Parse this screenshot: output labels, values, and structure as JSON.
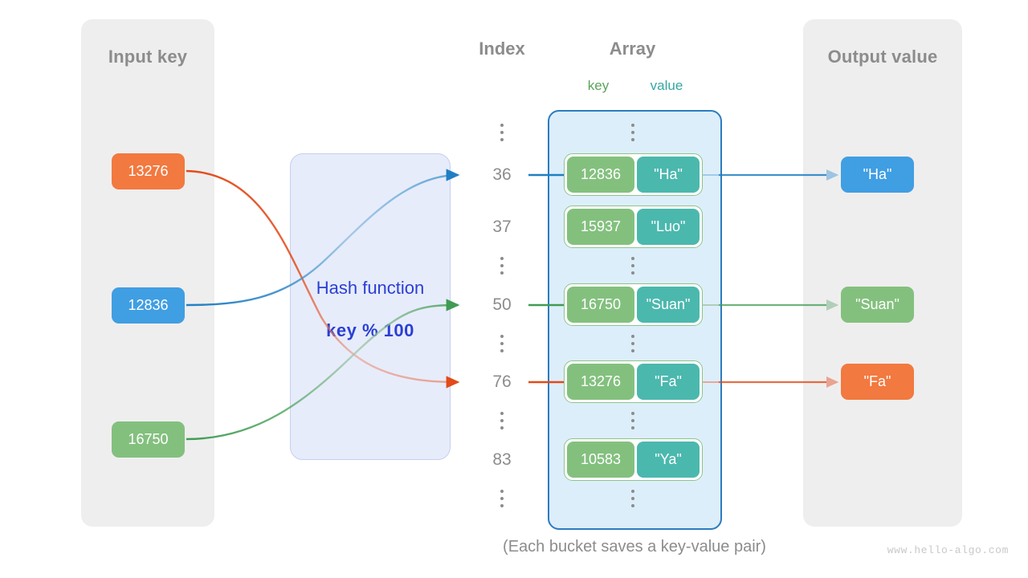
{
  "panels": {
    "input": {
      "title": "Input key"
    },
    "output": {
      "title": "Output value"
    }
  },
  "headings": {
    "index": "Index",
    "array": "Array",
    "key": "key",
    "value": "value"
  },
  "hash_function": {
    "label": "Hash function",
    "formula": "key % 100"
  },
  "input_keys": [
    {
      "text": "13276",
      "color": "#f2793f"
    },
    {
      "text": "12836",
      "color": "#409ee3"
    },
    {
      "text": "16750",
      "color": "#83c07e"
    }
  ],
  "indices": [
    "36",
    "37",
    "50",
    "76",
    "83"
  ],
  "buckets": [
    {
      "index": "36",
      "key": "12836",
      "value": "\"Ha\""
    },
    {
      "index": "37",
      "key": "15937",
      "value": "\"Luo\""
    },
    {
      "index": "50",
      "key": "16750",
      "value": "\"Suan\""
    },
    {
      "index": "76",
      "key": "13276",
      "value": "\"Fa\""
    },
    {
      "index": "83",
      "key": "10583",
      "value": "\"Ya\""
    }
  ],
  "outputs": [
    {
      "text": "\"Ha\"",
      "color": "#409ee3"
    },
    {
      "text": "\"Suan\"",
      "color": "#83c07e"
    },
    {
      "text": "\"Fa\"",
      "color": "#f2793f"
    }
  ],
  "caption": "(Each bucket saves a key-value pair)",
  "watermark": "www.hello-algo.com",
  "colors": {
    "orange": "#f2793f",
    "blue": "#409ee3",
    "green": "#83c07e",
    "teal": "#4bb8ae",
    "panel_bg": "#efeeee",
    "array_bg": "#ddeefb",
    "array_border": "#2b7cc0",
    "hash_bg": "#e7ecfa",
    "hash_text": "#2b3fd4",
    "label_gray": "#8c8c8c",
    "key_label": "#5ba45b",
    "value_label": "#35a7a0"
  }
}
